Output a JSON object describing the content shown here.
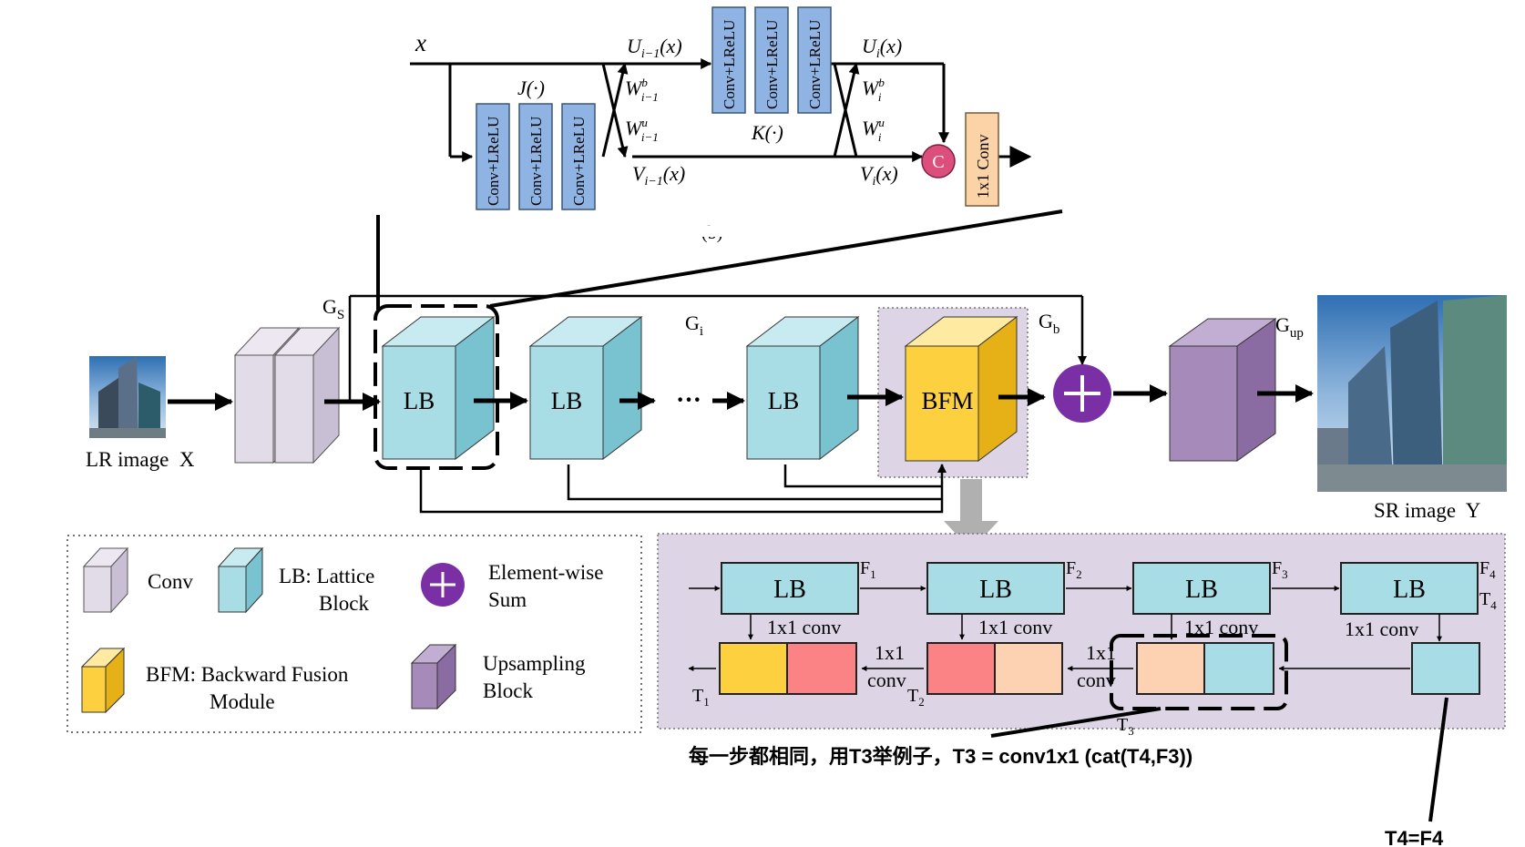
{
  "top_panel": {
    "x_label": "x",
    "j_label": "J(·)",
    "k_label": "K(·)",
    "u_prev": "U",
    "u_prev_sub": "i−1",
    "u_prev_arg": "(x)",
    "v_prev": "V",
    "v_prev_sub": "i−1",
    "v_prev_arg": "(x)",
    "u_cur": "U",
    "u_cur_sub": "i",
    "u_cur_arg": "(x)",
    "v_cur": "V",
    "v_cur_sub": "i",
    "v_cur_arg": "(x)",
    "w_b_prev": "W",
    "w_b_prev_sup": "b",
    "w_b_prev_sub": "i−1",
    "w_u_prev": "W",
    "w_u_prev_sup": "u",
    "w_u_prev_sub": "i−1",
    "w_b_cur": "W",
    "w_b_cur_sup": "b",
    "w_b_cur_sub": "i",
    "w_u_cur": "W",
    "w_u_cur_sup": "u",
    "w_u_cur_sub": "i",
    "conv_lrelu": "Conv+LReLU",
    "concat_symbol": "C",
    "one_by_one": "1x1 Conv",
    "panel_caption": "(b)"
  },
  "main_pipeline": {
    "lr_label": "LR image  X",
    "sr_label": "SR image  Y",
    "gs": "G",
    "gs_sub": "S",
    "gi": "G",
    "gi_sub": "i",
    "gb": "G",
    "gb_sub": "b",
    "gup": "G",
    "gup_sub": "up",
    "lb": "LB",
    "bfm": "BFM",
    "ellipsis": "···"
  },
  "legend": {
    "conv": "Conv",
    "lb_line1": "LB: Lattice",
    "lb_line2": "Block",
    "sum_line1": "Element-wise",
    "sum_line2": "Sum",
    "bfm_line1": "BFM: Backward Fusion",
    "bfm_line2": "Module",
    "up_line1": "Upsampling",
    "up_line2": "Block"
  },
  "bfm_detail": {
    "lb": "LB",
    "f1": "F",
    "f1_sub": "1",
    "f2": "F",
    "f2_sub": "2",
    "f3": "F",
    "f3_sub": "3",
    "f4": "F",
    "f4_sub": "4",
    "t4": "T",
    "t4_sub": "4",
    "t1": "T",
    "t1_sub": "1",
    "t2": "T",
    "t2_sub": "2",
    "t3": "T",
    "t3_sub": "3",
    "conv1x1": "1x1 conv",
    "one_by_one_a": "1x1",
    "conv_a": "conv",
    "one_by_one_b": "1x1",
    "conv_b": "conv"
  },
  "annotations": {
    "note": "每一步都相同，用T3举例子，T3 = conv1x1 (cat(T4,F3))",
    "t4_eq": "T4=F4"
  },
  "colors": {
    "lb_face": "#a9dde6",
    "lb_side": "#79c2cf",
    "lb_top": "#c8ebf1",
    "bfm_face": "#fdd03f",
    "bfm_side": "#e5b116",
    "conv_face": "#e2dbe8",
    "conv_side": "#c9bfd4",
    "up_face": "#a68bba",
    "up_side": "#8a6ca2",
    "sum": "#7a2fa5",
    "blue_box": "#8fb4e3",
    "orange_box": "#fcd3a6",
    "pink": "#fb8385",
    "peach": "#fcd2b2",
    "panel_bg": "#ddd5e5",
    "concat": "#dc4f7d"
  },
  "icons": {
    "sum": "plus-circle-icon",
    "lr": "building-photo-icon",
    "sr": "building-photo-icon"
  }
}
